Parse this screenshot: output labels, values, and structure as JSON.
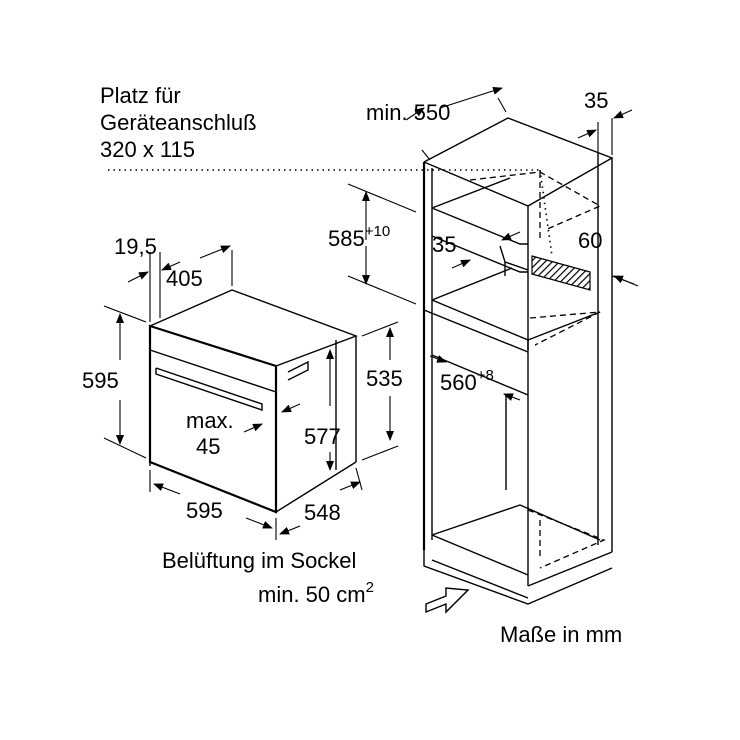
{
  "labels": {
    "connection_line1": "Platz für",
    "connection_line2": "Geräteanschluß",
    "connection_line3": "320 x 115",
    "ventilation_line1": "Belüftung im Sockel",
    "ventilation_line2": "min. 50 cm",
    "ventilation_sup": "2",
    "units": "Maße in mm"
  },
  "dimensions": {
    "d_min550": "min. 550",
    "d_35_top": "35",
    "d_585": "585",
    "d_585_sup": "+10",
    "d_35_mid": "35",
    "d_60": "60",
    "d_560": "560",
    "d_560_sup": "+8",
    "d_19_5": "19,5",
    "d_405": "405",
    "d_595_left": "595",
    "d_max": "max.",
    "d_45": "45",
    "d_577": "577",
    "d_535": "535",
    "d_595_bottom": "595",
    "d_548": "548"
  }
}
